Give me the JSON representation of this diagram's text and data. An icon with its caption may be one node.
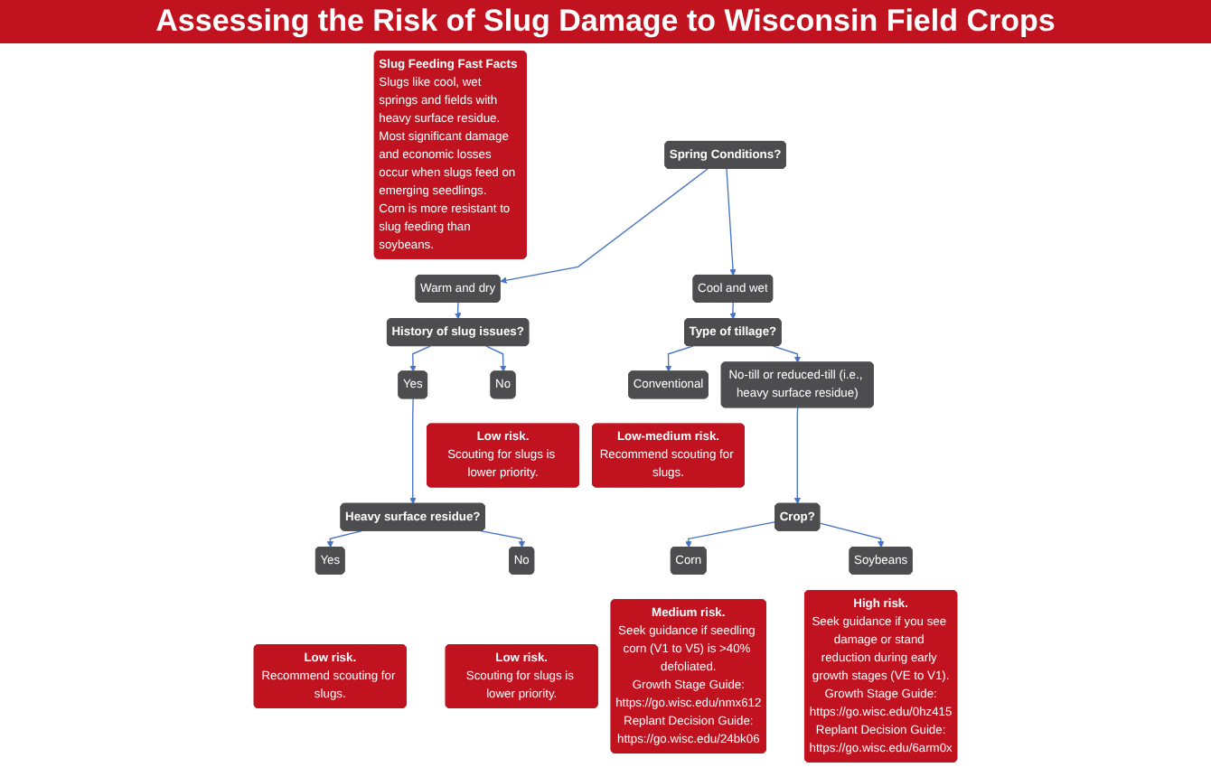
{
  "diagram": {
    "title": "Assessing the Risk of Slug Damage to Wisconsin Field Crops",
    "nodes": [
      {
        "text": [
          "Slug Feeding Fast Facts",
          "Slugs like cool, wet springs and fields with heavy surface residue.",
          "Most significant damage and economic losses occur when slugs feed on emerging seedlings.",
          "Corn is more resistant to slug feeding than soybeans."
        ]
      },
      {
        "text": [
          "Spring Conditions?"
        ]
      },
      {
        "text": [
          "Warm and dry"
        ]
      },
      {
        "text": [
          "Cool and wet"
        ]
      },
      {
        "text": [
          "History of slug issues?"
        ]
      },
      {
        "text": [
          "Type of tillage?"
        ]
      },
      {
        "text": [
          "Yes"
        ]
      },
      {
        "text": [
          "No"
        ]
      },
      {
        "text": [
          "Low risk.",
          "Scouting for slugs is lower priority."
        ]
      },
      {
        "text": [
          "Conventional"
        ]
      },
      {
        "text": [
          "Low-medium risk.",
          "Recommend scouting for slugs."
        ]
      },
      {
        "text": [
          "No-till or reduced-till (i.e., heavy surface residue)"
        ]
      },
      {
        "text": [
          "Heavy surface residue?"
        ]
      },
      {
        "text": [
          "Yes"
        ]
      },
      {
        "text": [
          "No"
        ]
      },
      {
        "text": [
          "Low risk.",
          "Recommend scouting for slugs."
        ]
      },
      {
        "text": [
          "Low risk.",
          "Scouting for slugs is lower priority."
        ]
      },
      {
        "text": [
          "Crop?"
        ]
      },
      {
        "text": [
          "Corn"
        ]
      },
      {
        "text": [
          "Soybeans"
        ]
      },
      {
        "text": [
          "Medium risk.",
          "Seek guidance if seedling corn (V1 to V5) is >40% defoliated.",
          "Growth Stage Guide:",
          "https://go.wisc.edu/nmx612",
          "Replant Decision Guide:",
          "https://go.wisc.edu/24bk06"
        ]
      },
      {
        "text": [
          "High risk.",
          "Seek guidance if you see damage or stand reduction during early growth stages (VE to V1).",
          "Growth Stage Guide:",
          "https://go.wisc.edu/0hz415",
          "Replant Decision Guide:",
          "https://go.wisc.edu/6arm0x"
        ]
      }
    ],
    "edges": [
      {
        "from": 1,
        "to": 2,
        "arrow": "to"
      },
      {
        "from": 1,
        "to": 3,
        "arrow": "to"
      },
      {
        "from": 2,
        "to": 4,
        "arrow": "to"
      },
      {
        "from": 3,
        "to": 5,
        "arrow": "to"
      },
      {
        "from": 4,
        "to": 6,
        "arrow": "to"
      },
      {
        "from": 4,
        "to": 7,
        "arrow": "to"
      },
      {
        "from": 5,
        "to": 9,
        "arrow": "to"
      },
      {
        "from": 5,
        "to": 11,
        "arrow": "to"
      },
      {
        "from": 6,
        "to": 12,
        "arrow": "to"
      },
      {
        "from": 12,
        "to": 13,
        "arrow": "to"
      },
      {
        "from": 12,
        "to": 14,
        "arrow": "to"
      },
      {
        "from": 11,
        "to": 17,
        "arrow": "to"
      },
      {
        "from": 17,
        "to": 18,
        "arrow": "to"
      },
      {
        "from": 17,
        "to": 19,
        "arrow": "to"
      }
    ]
  }
}
